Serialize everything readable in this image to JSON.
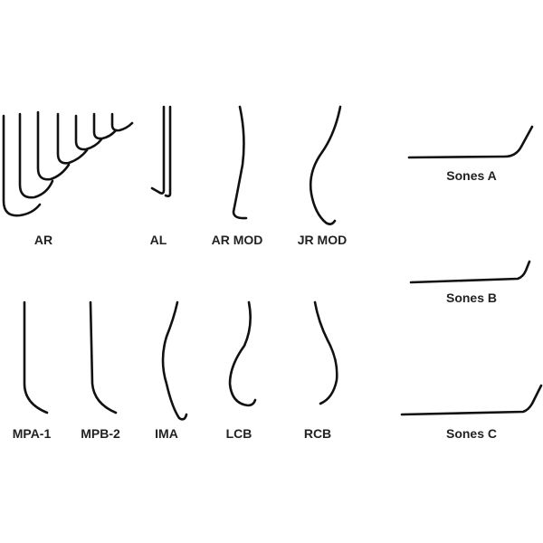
{
  "labels": {
    "ar": "AR",
    "al": "AL",
    "ar_mod": "AR MOD",
    "jr_mod": "JR MOD",
    "sones_a": "Sones A",
    "sones_b": "Sones B",
    "sones_c": "Sones C",
    "mpa_1": "MPA-1",
    "mpb_2": "MPB-2",
    "ima": "IMA",
    "lcb": "LCB",
    "rcb": "RCB"
  },
  "colors": {
    "stroke": "#111111",
    "text": "#222222",
    "background": "#ffffff"
  }
}
